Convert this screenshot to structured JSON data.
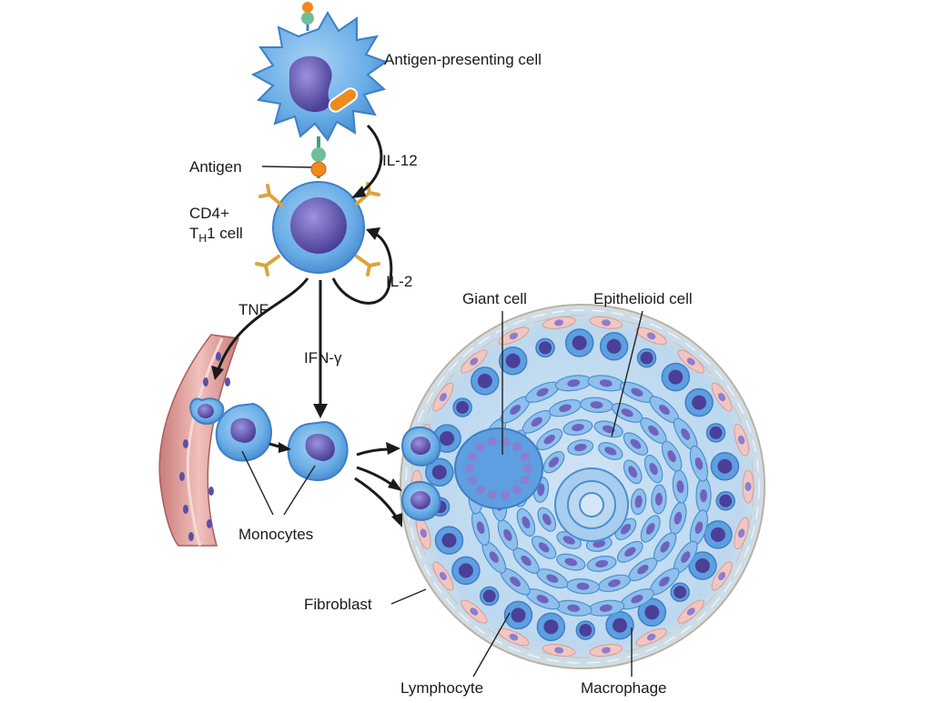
{
  "labels": {
    "apc": "Antigen-presenting cell",
    "antigen": "Antigen",
    "il12": "IL-12",
    "cd4": "CD4+",
    "th1_t": "T",
    "th1_h": "H",
    "th1_rest": "1 cell",
    "il2": "IL-2",
    "tnf": "TNF",
    "ifn": "IFN-γ",
    "giant": "Giant cell",
    "epith": "Epithelioid cell",
    "monocytes": "Monocytes",
    "fibroblast": "Fibroblast",
    "lymphocyte": "Lymphocyte",
    "macrophage": "Macrophage"
  },
  "colors": {
    "cell_blue": "#6aaee6",
    "cell_edge": "#3f7fc4",
    "nucleus": "#5a4fa8",
    "nucleus_light": "#8a7fd0",
    "granuloma_bg": "#bcd8ef",
    "fibro_pink": "#f2c6c0",
    "vessel": "#e4a3a0",
    "receptor": "#d9a53a",
    "rod": "#f08a1c"
  }
}
